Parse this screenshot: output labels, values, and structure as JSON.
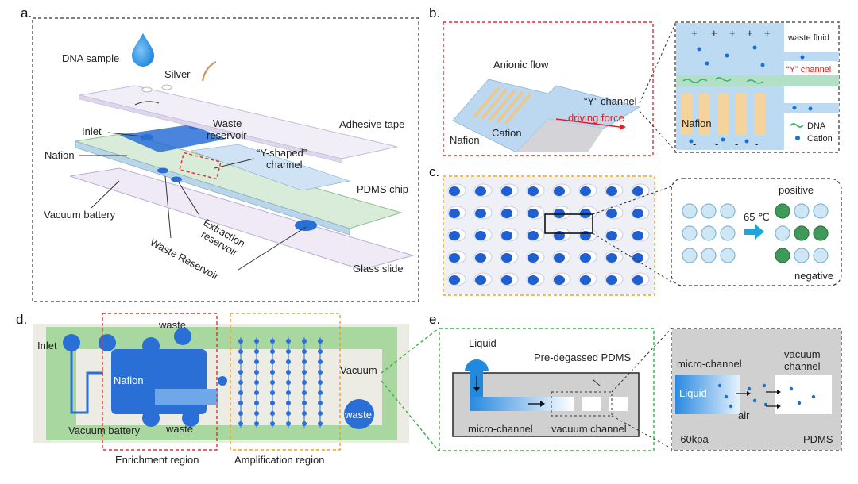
{
  "panels": {
    "a": {
      "label": "a.",
      "dna_sample": "DNA sample",
      "silver": "Silver",
      "adhesive_tape": "Adhesive tape",
      "inlet": "Inlet",
      "waste_reservoir_top_1": "Waste",
      "waste_reservoir_top_2": "reservoir",
      "nafion": "Nafion",
      "y_shaped_1": "“Y-shaped”",
      "y_shaped_2": "channel",
      "pdms_chip": "PDMS chip",
      "vacuum_battery": "Vacuum battery",
      "extraction_1": "Extraction",
      "extraction_2": "reservoir",
      "waste_reservoir_bottom": "Waste Reservoir",
      "glass_slide": "Glass slide"
    },
    "b": {
      "label": "b.",
      "anionic_flow": "Anionic flow",
      "y_channel": "“Y” channel",
      "driving_force": "driving force",
      "nafion": "Nafion",
      "cation": "Cation",
      "waste_fluid": "waste fluid",
      "y_channel_zoom": "“Y” channel",
      "nafion_zoom": "Nafion",
      "legend_dna": "DNA",
      "legend_cation": "Cation"
    },
    "c": {
      "label": "c.",
      "positive": "positive",
      "negative": "negative",
      "temperature": "65 ℃"
    },
    "d": {
      "label": "d.",
      "inlet": "Inlet",
      "waste_top": "waste",
      "nafion": "Nafion",
      "vacuum_battery": "Vacuum battery",
      "waste_bottom": "waste",
      "vacuum": "Vacuum",
      "waste_right": "waste",
      "enrichment_region": "Enrichment region",
      "amplification_region": "Amplification region"
    },
    "e": {
      "label": "e.",
      "liquid": "Liquid",
      "pre_degassed": "Pre-degassed PDMS",
      "micro_channel": "micro-channel",
      "vacuum_channel": "vacuum channel",
      "zoom_micro_channel": "micro-channel",
      "zoom_vacuum_1": "vacuum",
      "zoom_vacuum_2": "channel",
      "zoom_liquid": "Liquid",
      "zoom_air": "air",
      "zoom_pressure": "-60kpa",
      "zoom_pdms": "PDMS"
    }
  },
  "colors": {
    "chip_blue": "#2a6fd6",
    "light_blue": "#bcd8f0",
    "chip_green": "#9fd49a",
    "nafion_tan": "#f3d6a2",
    "red_box": "#e03030",
    "orange_box": "#f0a020",
    "green_box": "#3cb043"
  }
}
